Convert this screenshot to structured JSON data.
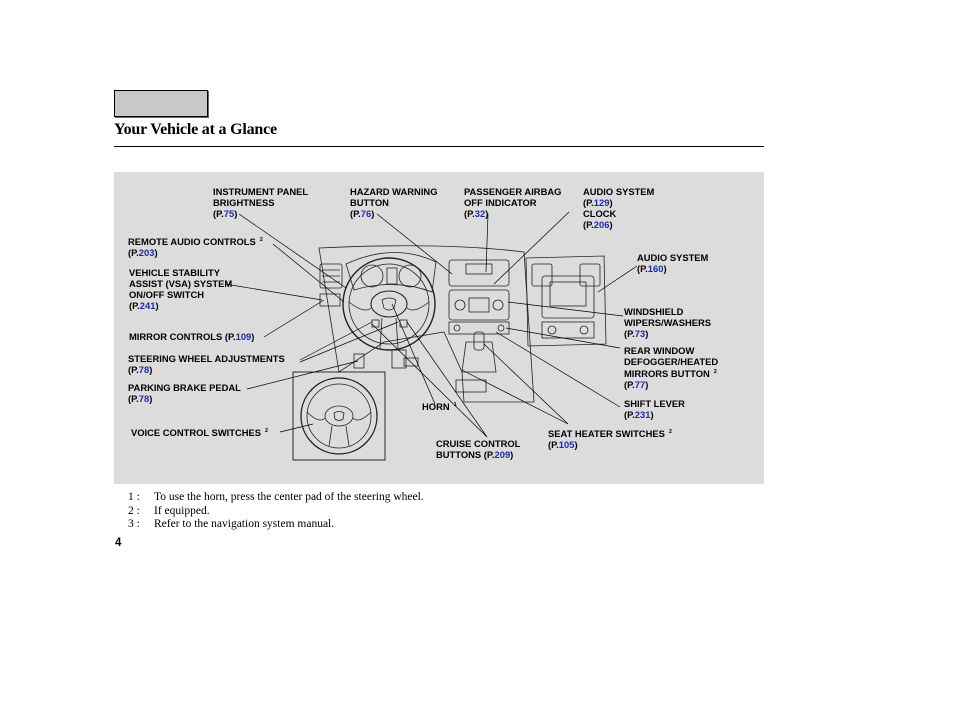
{
  "nav": {
    "contents_button_label": ""
  },
  "header": {
    "title": "Your Vehicle at a Glance"
  },
  "callouts": {
    "instrument_panel": {
      "line1": "INSTRUMENT PANEL",
      "line2": "BRIGHTNESS",
      "prefix": "(P.",
      "page": "75",
      "suffix": ")"
    },
    "hazard": {
      "line1": "HAZARD WARNING",
      "line2": "BUTTON",
      "prefix": "(P.",
      "page": "76",
      "suffix": ")"
    },
    "airbag": {
      "line1": "PASSENGER AIRBAG",
      "line2": "OFF INDICATOR",
      "prefix": "(P.",
      "page": "32",
      "suffix": ")"
    },
    "audio_clock": {
      "line1": "AUDIO SYSTEM",
      "prefix1": "(P.",
      "page1": "129",
      "suffix1": ")",
      "line2": "CLOCK",
      "prefix2": "(P.",
      "page2": "206",
      "suffix2": ")"
    },
    "remote_audio": {
      "line1": "REMOTE AUDIO CONTROLS",
      "note": "2",
      "prefix": "(P.",
      "page": "203",
      "suffix": ")"
    },
    "audio_system": {
      "line1": "AUDIO SYSTEM",
      "prefix": "(P.",
      "page": "160",
      "suffix": ")"
    },
    "vsa": {
      "line1": "VEHICLE STABILITY",
      "line2": "ASSIST (VSA) SYSTEM",
      "line3": "ON/OFF SWITCH",
      "prefix": "(P.",
      "page": "241",
      "suffix": ")"
    },
    "wipers": {
      "line1": "WINDSHIELD",
      "line2": "WIPERS/WASHERS",
      "prefix": "(P.",
      "page": "73",
      "suffix": ")"
    },
    "mirror": {
      "line1": "MIRROR CONTROLS",
      "prefix": " (P.",
      "page": "109",
      "suffix": ")"
    },
    "rear_window": {
      "line1": "REAR WINDOW",
      "line2": "DEFOGGER/HEATED",
      "line3": "MIRRORS BUTTON",
      "note": "2",
      "prefix": "(P.",
      "page": "77",
      "suffix": ")"
    },
    "steering_adj": {
      "line1": "STEERING WHEEL ADJUSTMENTS",
      "prefix": "(P.",
      "page": "78",
      "suffix": ")"
    },
    "parking_brake": {
      "line1": "PARKING BRAKE PEDAL",
      "prefix": "(P.",
      "page": "78",
      "suffix": ")"
    },
    "shift_lever": {
      "line1": "SHIFT LEVER",
      "prefix": "(P.",
      "page": "231",
      "suffix": ")"
    },
    "horn": {
      "line1": "HORN",
      "note": "1"
    },
    "voice": {
      "line1": "VOICE CONTROL SWITCHES",
      "note": "2"
    },
    "seat_heater": {
      "line1": "SEAT HEATER SWITCHES",
      "note": "2",
      "prefix": "(P.",
      "page": "105",
      "suffix": ")"
    },
    "cruise": {
      "line1": "CRUISE CONTROL",
      "line2": "BUTTONS",
      "prefix": " (P.",
      "page": "209",
      "suffix": ")"
    }
  },
  "footnotes": [
    {
      "num": "1 :",
      "text": "To use the horn, press the center pad of the steering wheel."
    },
    {
      "num": "2 :",
      "text": "If equipped."
    },
    {
      "num": "3 :",
      "text": "Refer to the navigation system manual."
    }
  ],
  "page_number": "4",
  "colors": {
    "figure_bg": "#dcdcdc",
    "link": "#1a2ba8",
    "button_fill": "#c8c8c8"
  }
}
